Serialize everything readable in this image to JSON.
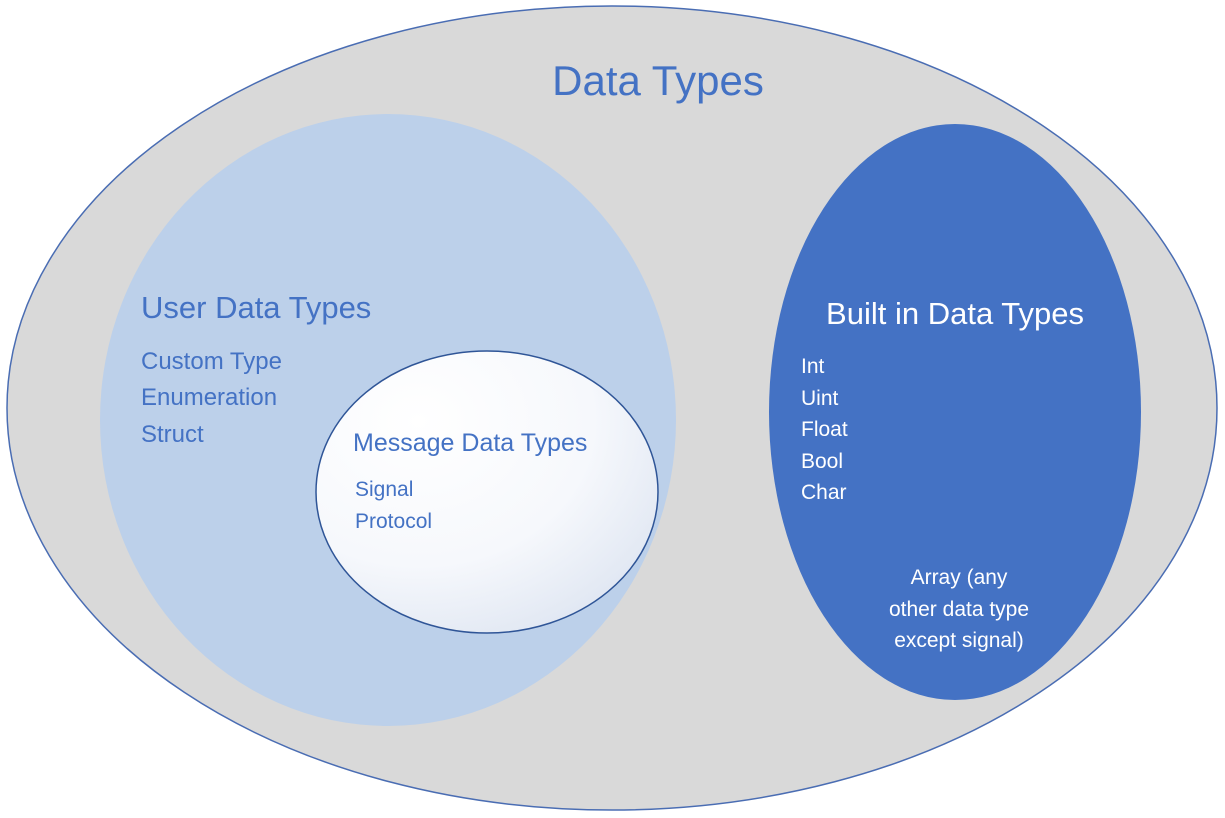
{
  "outer": {
    "title": "Data Types",
    "fill": "#d9d9d9",
    "stroke": "#4a6db3"
  },
  "user_types": {
    "title": "User Data Types",
    "items": [
      "Custom Type",
      "Enumeration",
      "Struct"
    ],
    "fill": "#bcd0ea"
  },
  "message_types": {
    "title": "Message Data Types",
    "items": [
      "Signal",
      "Protocol"
    ],
    "fill": "#ffffff",
    "stroke": "#2f5597"
  },
  "builtin_types": {
    "title": "Built in Data Types",
    "items": [
      "Int",
      "Uint",
      "Float",
      "Bool",
      "Char"
    ],
    "note_lines": [
      "Array (any",
      "other data type",
      "except signal)"
    ],
    "fill": "#4472c4"
  }
}
